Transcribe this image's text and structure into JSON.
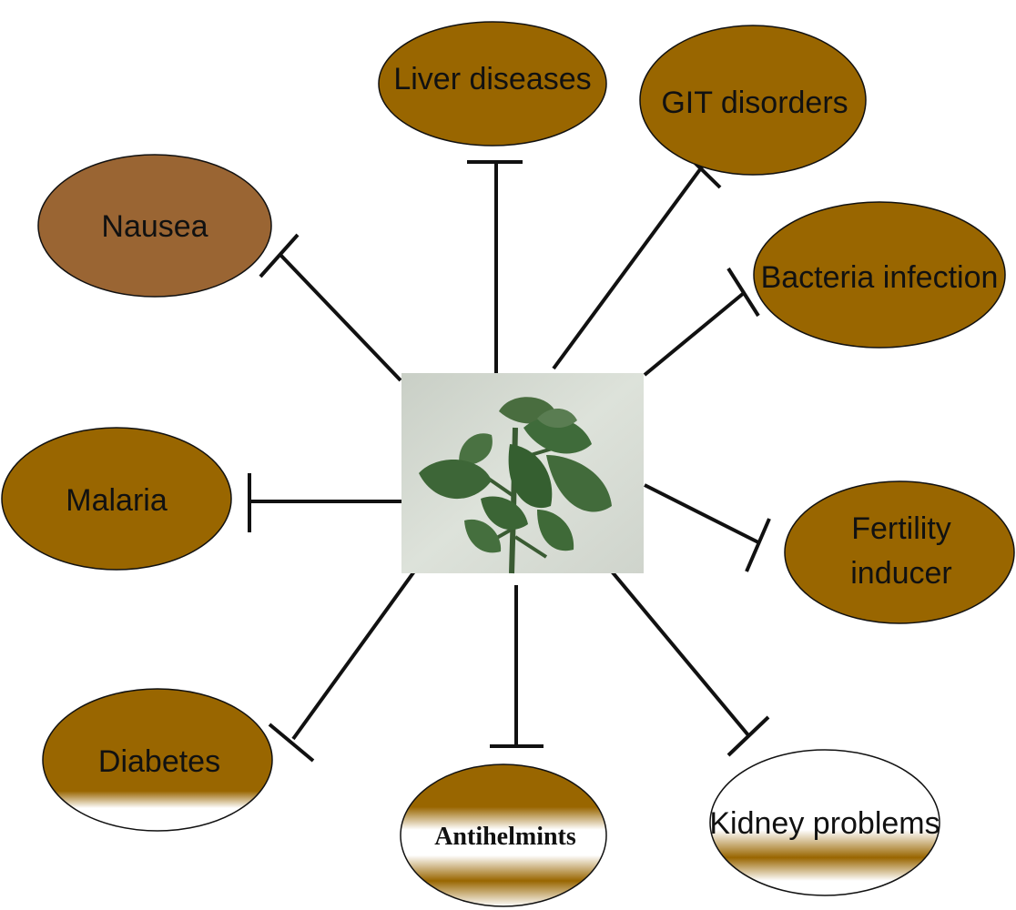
{
  "nodes": {
    "liver": {
      "label": "Liver diseases",
      "fill": "#996600"
    },
    "git": {
      "label": "GIT disorders",
      "fill": "#996600"
    },
    "nausea": {
      "label": "Nausea",
      "fill": "#9a6533"
    },
    "bacteria": {
      "label": "Bacteria infection",
      "fill": "#996600"
    },
    "malaria": {
      "label": "Malaria",
      "fill": "#996600"
    },
    "fertility": {
      "label_line1": "Fertility",
      "label_line2": "inducer",
      "fill": "#996600"
    },
    "diabetes": {
      "label": "Diabetes",
      "fill": "#996600"
    },
    "antihelmints": {
      "label": "Antihelmints",
      "fill": "#996600"
    },
    "kidney": {
      "label": "Kidney problems",
      "fill": "#996600"
    }
  },
  "center": {
    "image": "plant-leaves-photo",
    "background": "#d8ddd6",
    "leaf_color": "#3f6b3a"
  },
  "connector": {
    "end_style": "inhibition-bar",
    "color": "#111111"
  }
}
